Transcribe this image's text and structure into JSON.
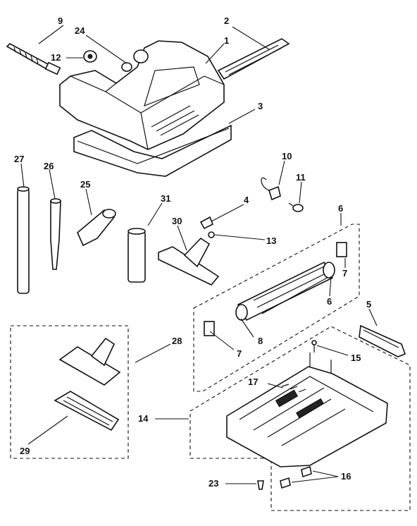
{
  "callouts": [
    {
      "id": "9",
      "text": "9"
    },
    {
      "id": "24",
      "text": "24"
    },
    {
      "id": "2",
      "text": "2"
    },
    {
      "id": "1",
      "text": "1"
    },
    {
      "id": "12",
      "text": "12"
    },
    {
      "id": "3",
      "text": "3"
    },
    {
      "id": "27",
      "text": "27"
    },
    {
      "id": "26",
      "text": "26"
    },
    {
      "id": "25",
      "text": "25"
    },
    {
      "id": "31",
      "text": "31"
    },
    {
      "id": "30",
      "text": "30"
    },
    {
      "id": "10",
      "text": "10"
    },
    {
      "id": "11",
      "text": "11"
    },
    {
      "id": "4",
      "text": "4"
    },
    {
      "id": "13",
      "text": "13"
    },
    {
      "id": "6a",
      "text": "6"
    },
    {
      "id": "7a",
      "text": "7"
    },
    {
      "id": "6b",
      "text": "6"
    },
    {
      "id": "8",
      "text": "8"
    },
    {
      "id": "7b",
      "text": "7"
    },
    {
      "id": "5",
      "text": "5"
    },
    {
      "id": "28",
      "text": "28"
    },
    {
      "id": "15",
      "text": "15"
    },
    {
      "id": "17",
      "text": "17"
    },
    {
      "id": "14",
      "text": "14"
    },
    {
      "id": "29",
      "text": "29"
    },
    {
      "id": "23",
      "text": "23"
    },
    {
      "id": "16",
      "text": "16"
    }
  ]
}
